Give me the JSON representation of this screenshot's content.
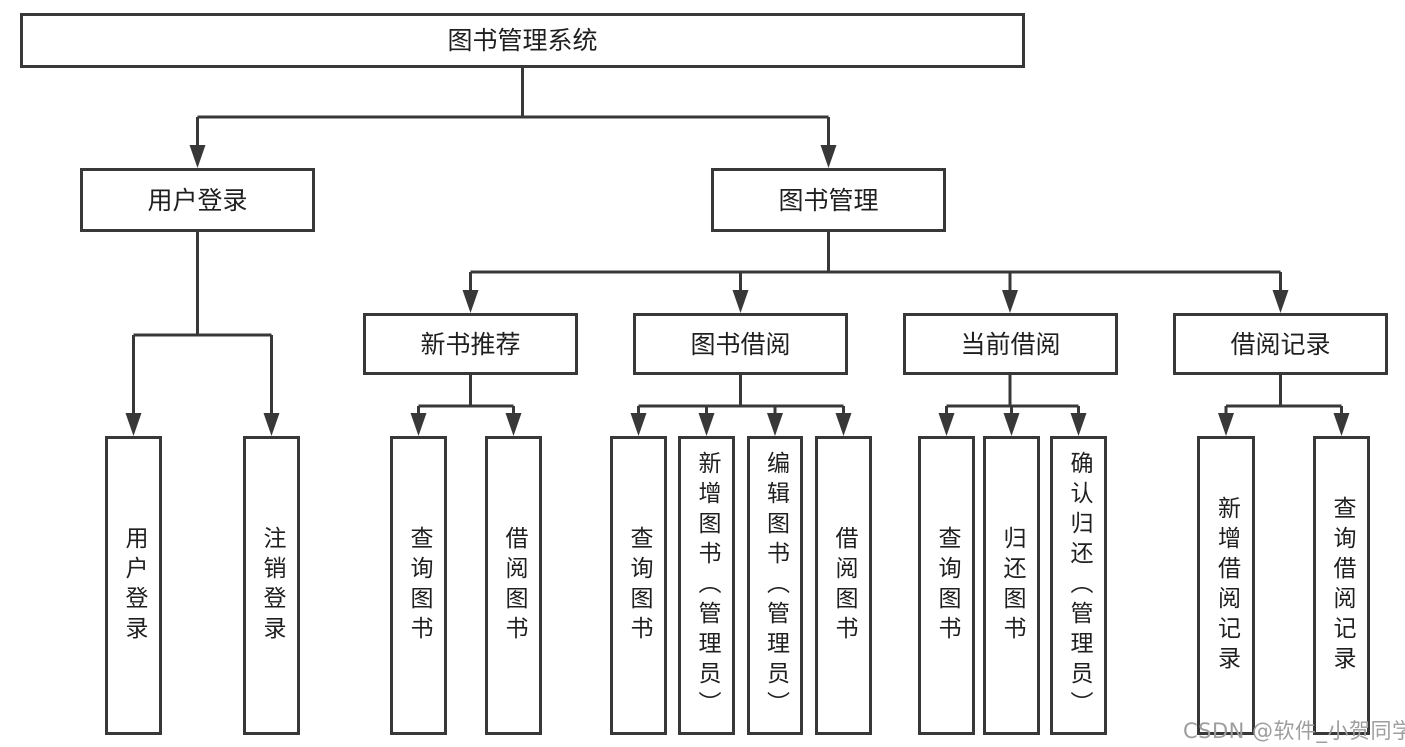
{
  "tree": {
    "label": "图书管理系统",
    "children": [
      {
        "label": "用户登录",
        "children": [
          {
            "label": "用户登录"
          },
          {
            "label": "注销登录"
          }
        ]
      },
      {
        "label": "图书管理",
        "children": [
          {
            "label": "新书推荐",
            "children": [
              {
                "label": "查询图书"
              },
              {
                "label": "借阅图书"
              }
            ]
          },
          {
            "label": "图书借阅",
            "children": [
              {
                "label": "查询图书"
              },
              {
                "label": "新增图书（管理员）"
              },
              {
                "label": "编辑图书（管理员）"
              },
              {
                "label": "借阅图书"
              }
            ]
          },
          {
            "label": "当前借阅",
            "children": [
              {
                "label": "查询图书"
              },
              {
                "label": "归还图书"
              },
              {
                "label": "确认归还（管理员）"
              }
            ]
          },
          {
            "label": "借阅记录",
            "children": [
              {
                "label": "新增借阅记录"
              },
              {
                "label": "查询借阅记录"
              }
            ]
          }
        ]
      }
    ]
  },
  "watermark": "CSDN @软件_小贺同学",
  "colors": {
    "line": "#383838",
    "box_border": "#383838",
    "text": "#1f1f1f",
    "watermark": "#9e9e9e",
    "background": "#ffffff"
  }
}
